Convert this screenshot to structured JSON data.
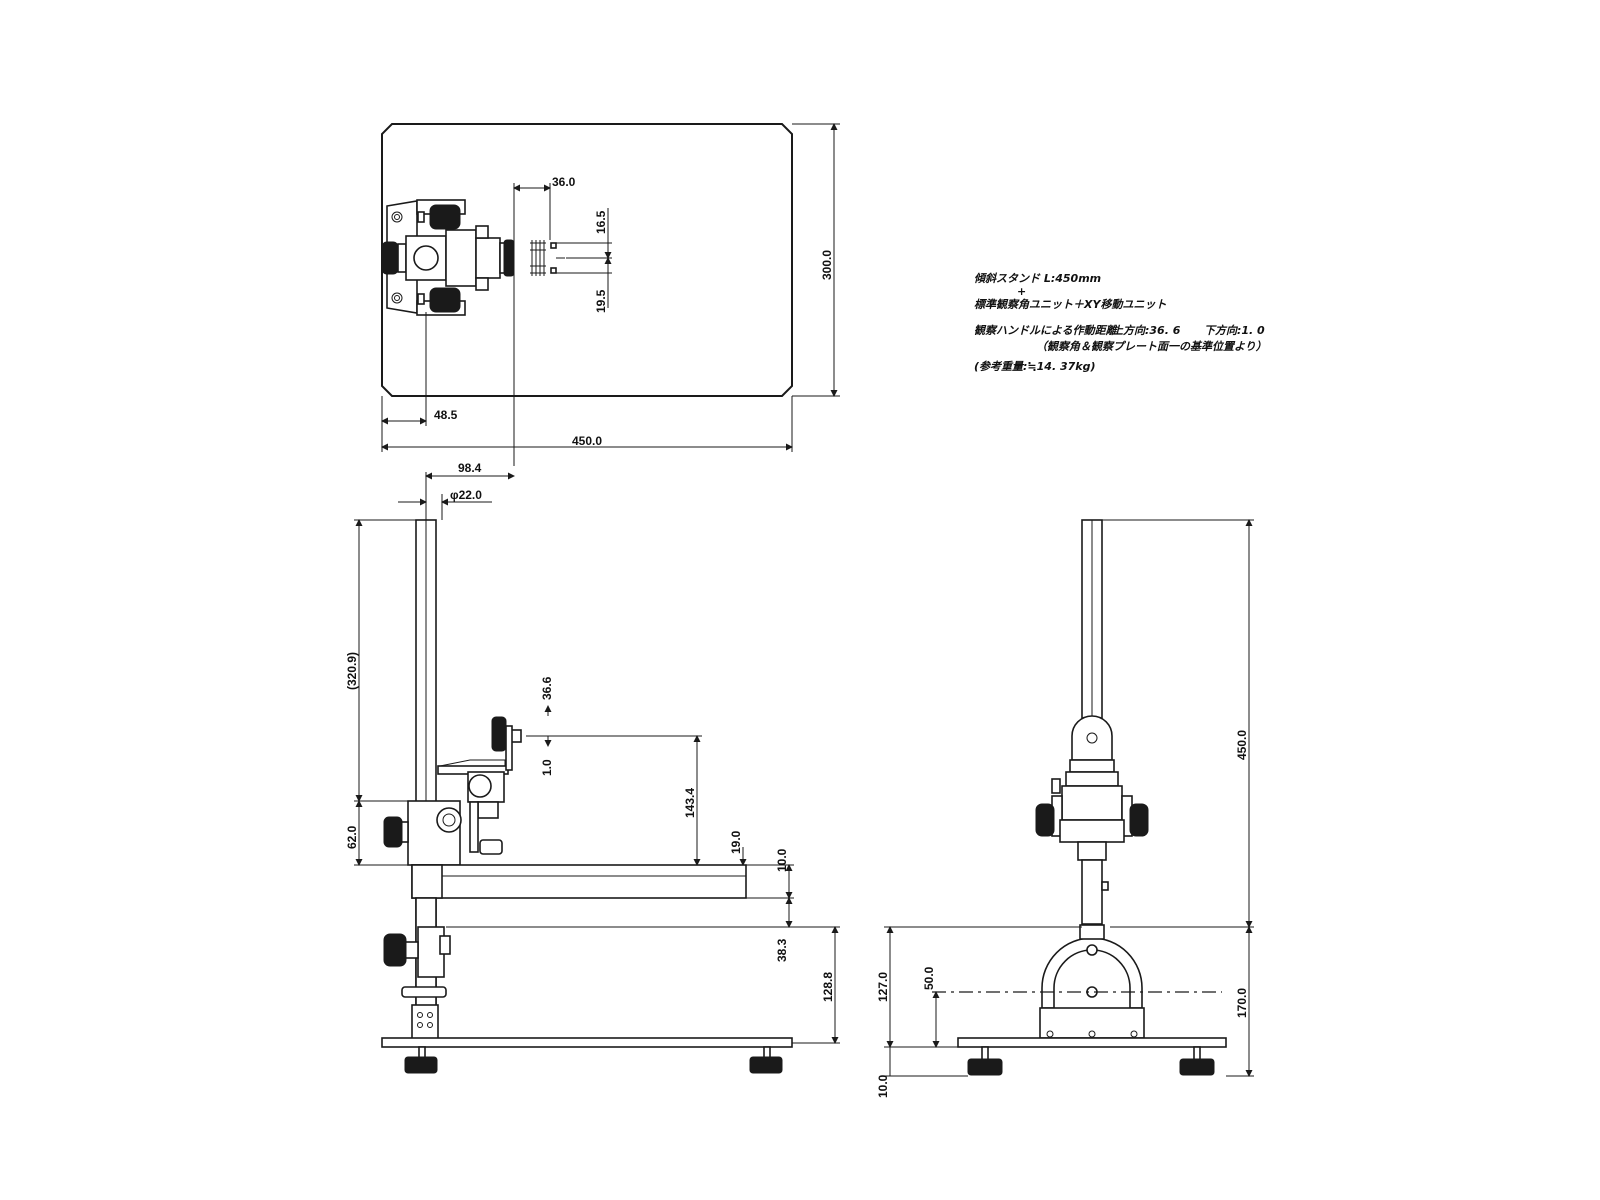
{
  "notes": {
    "line1": "傾斜スタンド L:450mm",
    "plus": "+",
    "line2": "標準観察角ユニット＋XY移動ユニット",
    "line3a": "観察ハンドルによる作動距離",
    "line3b": "上方向:36. 6",
    "line3c": "下方向:1. 0",
    "line4": "（観察角＆観察プレート面一の基準位置より）",
    "line5": "(参考重量:≒14. 37kg)"
  },
  "dims": {
    "top_36": "36.0",
    "top_165": "16.5",
    "top_195": "19.5",
    "top_300": "300.0",
    "top_485": "48.5",
    "top_450": "450.0",
    "side_984": "98.4",
    "side_phi22": "φ22.0",
    "side_3209": "(320.9)",
    "side_366": "36.6",
    "side_10": "1.0",
    "side_1434": "143.4",
    "side_620": "62.0",
    "side_190": "19.0",
    "side_100": "10.0",
    "side_383": "38.3",
    "side_1288": "128.8",
    "front_4500": "450.0",
    "front_1270": "127.0",
    "front_500": "50.0",
    "front_1700": "170.0",
    "front_100": "10.0"
  }
}
